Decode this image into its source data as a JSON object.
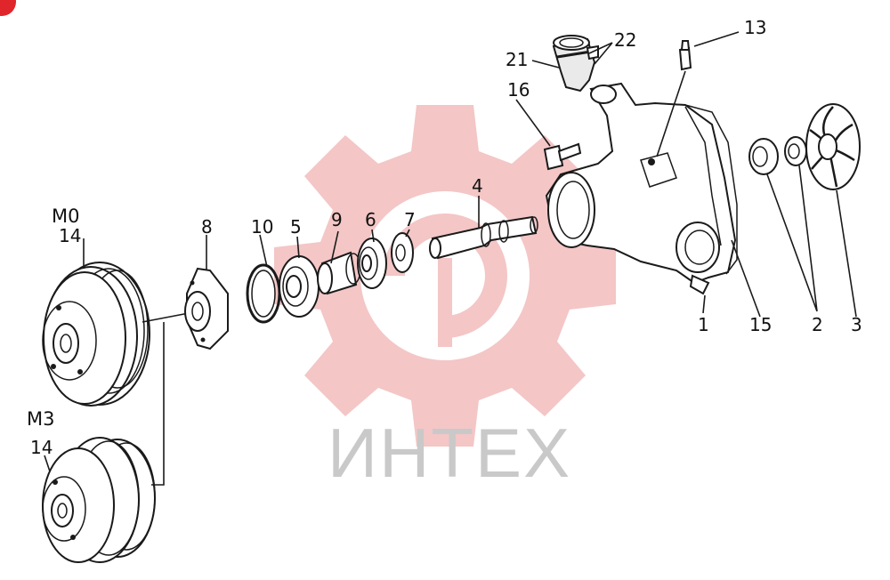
{
  "watermark": {
    "text": "ИНТЕХ",
    "gear_color": "#f4c6c6",
    "text_color": "#c9c9c9"
  },
  "corner_badge": {
    "icon": "red-badge-icon",
    "color": "#e0252b"
  },
  "variants": {
    "top": "M0",
    "bottom": "M3"
  },
  "labels": {
    "p14_top": "14",
    "p14_bottom": "14",
    "p8": "8",
    "p10": "10",
    "p5": "5",
    "p9": "9",
    "p6": "6",
    "p7": "7",
    "p4": "4",
    "p16": "16",
    "p21": "21",
    "p22": "22",
    "p13": "13",
    "p1": "1",
    "p15": "15",
    "p2": "2",
    "p3": "3"
  }
}
